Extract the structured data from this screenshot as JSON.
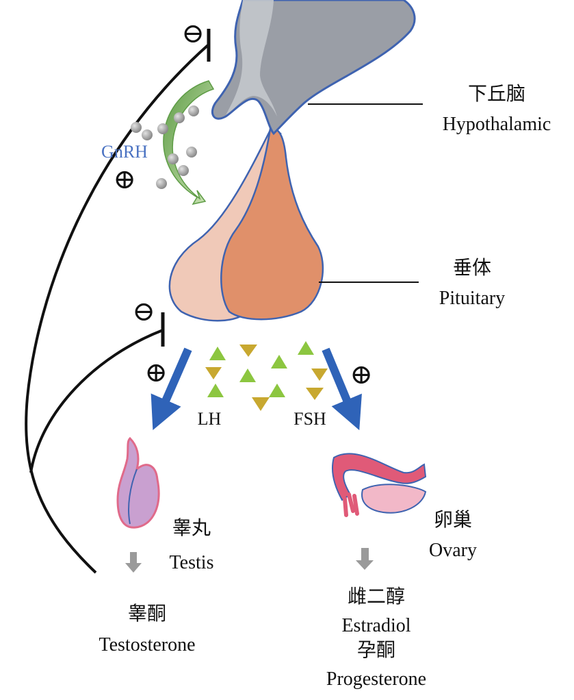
{
  "labels": {
    "hypothalamus_cn": "下丘脑",
    "hypothalamus_en": "Hypothalamic",
    "pituitary_cn": "垂体",
    "pituitary_en": "Pituitary",
    "gnrh": "GnRH",
    "lh": "LH",
    "fsh": "FSH",
    "testis_cn": "睾丸",
    "testis_en": "Testis",
    "ovary_cn": "卵巢",
    "ovary_en": "Ovary",
    "testosterone_cn": "睾酮",
    "testosterone_en": "Testosterone",
    "estradiol_cn": "雌二醇",
    "estradiol_en": "Estradiol",
    "progesterone_cn": "孕酮",
    "progesterone_en": "Progesterone"
  },
  "symbols": {
    "inhibit": "⊖",
    "stimulate": "⊕"
  },
  "colors": {
    "hypothalamus_fill": "#9a9ea6",
    "hypothalamus_outline": "#3f63b0",
    "pituitary_front": "#e0906a",
    "pituitary_back": "#f0c9b8",
    "gnrh_arrow": "#7ab060",
    "gnrh_text": "#4a72c2",
    "hormone_arrow": "#2f63b8",
    "lh_triangle": "#8cc640",
    "fsh_triangle": "#c8a830",
    "testis_fill": "#c9a0d0",
    "testis_outline": "#e06a8a",
    "ovary_fill": "#f2b8c8",
    "tube_fill": "#e05a78"
  }
}
